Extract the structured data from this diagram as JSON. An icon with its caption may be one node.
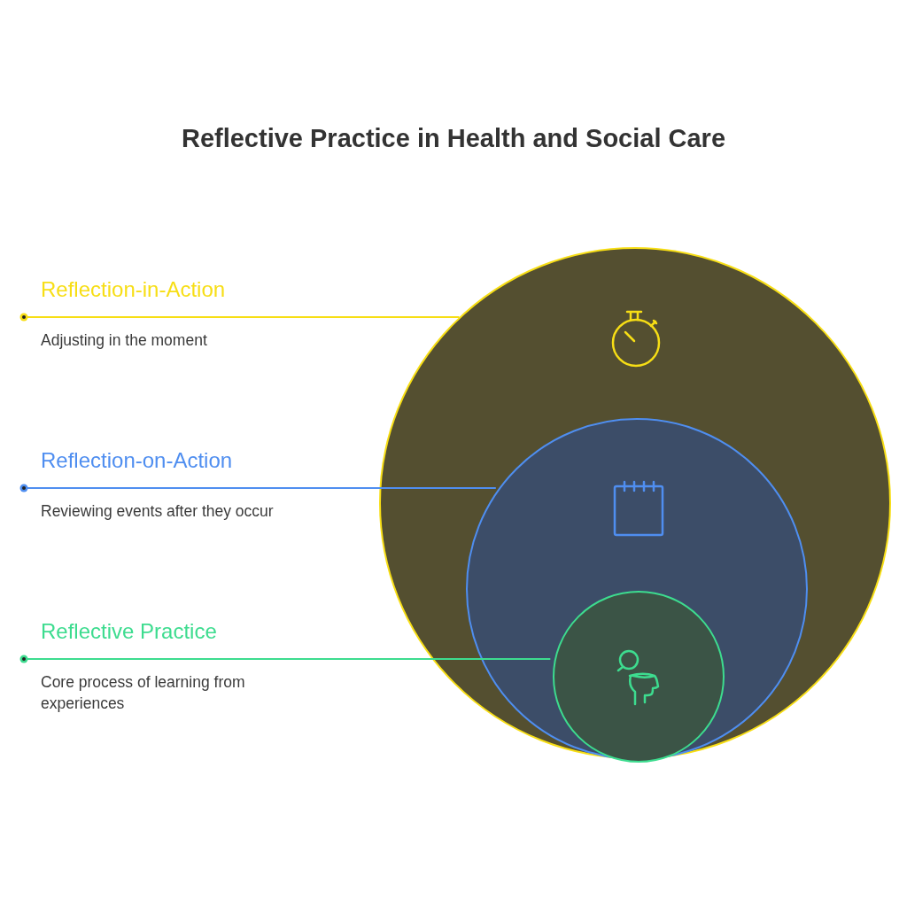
{
  "diagram": {
    "title": "Reflective Practice in Health and Social Care",
    "nodes": [
      {
        "text": [
          "Reflection-in-Action",
          "Adjusting in the moment"
        ]
      },
      {
        "text": [],
        "shape": "circle"
      },
      {
        "text": [
          "Reflection-on-Action",
          "Reviewing events after they occur"
        ]
      },
      {
        "text": [],
        "shape": "circle",
        "in": 1
      },
      {
        "text": [
          "Reflective Practice",
          "Core process of learning from experiences"
        ]
      },
      {
        "text": [],
        "shape": "circle",
        "in": 3
      }
    ],
    "edges": [
      {
        "from": 0,
        "to": 1,
        "arrow": "other",
        "color": "#f7de15"
      },
      {
        "from": 2,
        "to": 3,
        "arrow": "other",
        "color": "#4f8ef0"
      },
      {
        "from": 4,
        "to": 5,
        "arrow": "other",
        "color": "#3ddc8f"
      }
    ]
  }
}
